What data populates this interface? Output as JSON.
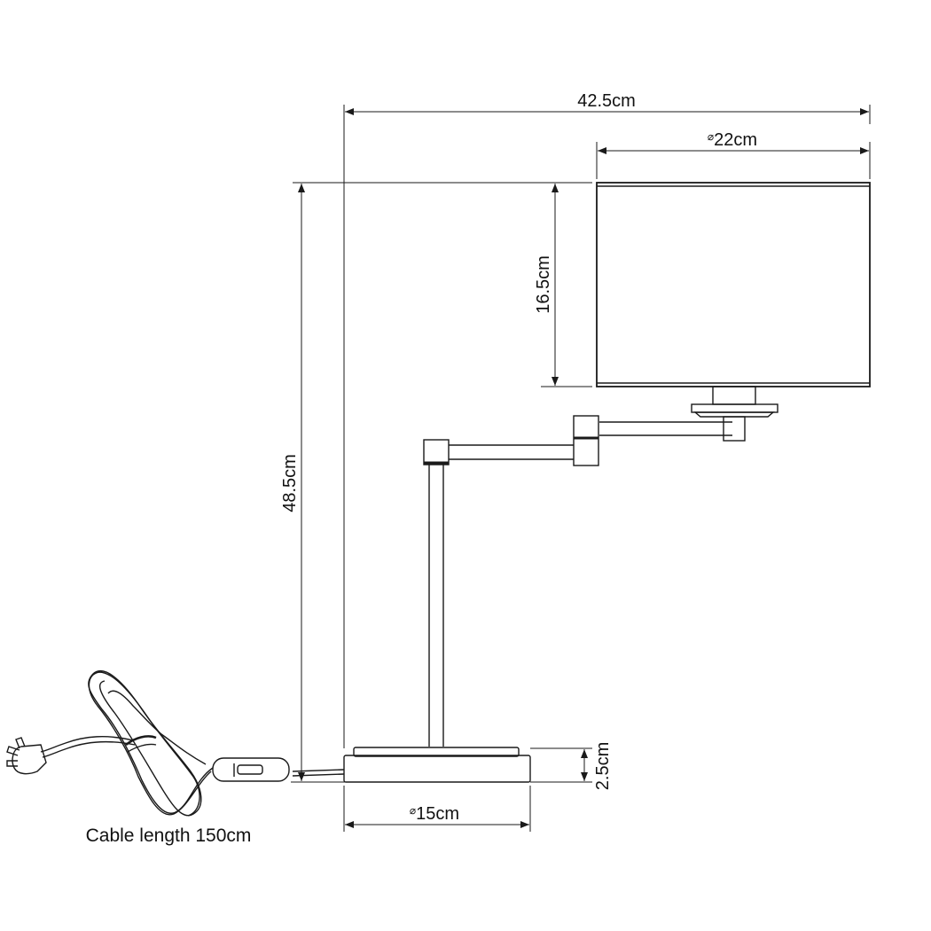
{
  "dimensions": {
    "overall_width": "42.5cm",
    "shade_diameter": "22cm",
    "shade_height": "16.5cm",
    "total_height": "48.5cm",
    "base_height": "2.5cm",
    "base_diameter": "15cm"
  },
  "caption": "Cable length 150cm",
  "diameter_symbol": "⌀",
  "colors": {
    "line": "#1a1a1a",
    "background": "#ffffff"
  }
}
